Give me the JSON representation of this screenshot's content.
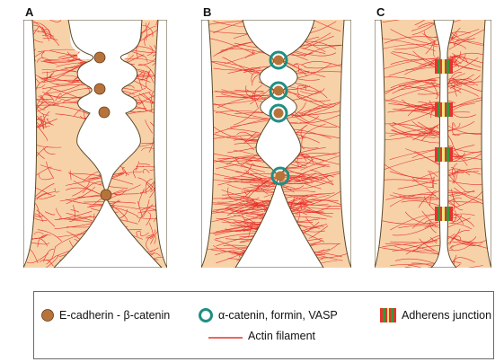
{
  "panels": [
    {
      "label": "A"
    },
    {
      "label": "B"
    },
    {
      "label": "C"
    }
  ],
  "legend": {
    "e_cadherin": "E-cadherin - β-catenin",
    "alpha_catenin": "α-catenin, formin, VASP",
    "adherens": "Adherens junction",
    "actin": "Actin filament"
  },
  "colors": {
    "cytoplasm": "#f7d2a9",
    "actin": "#e8322c",
    "membrane": "#5a4a2a",
    "cadherin": "#b8733a",
    "alpha_ring": "#1f8f83",
    "junction_green": "#2f9a3c"
  }
}
